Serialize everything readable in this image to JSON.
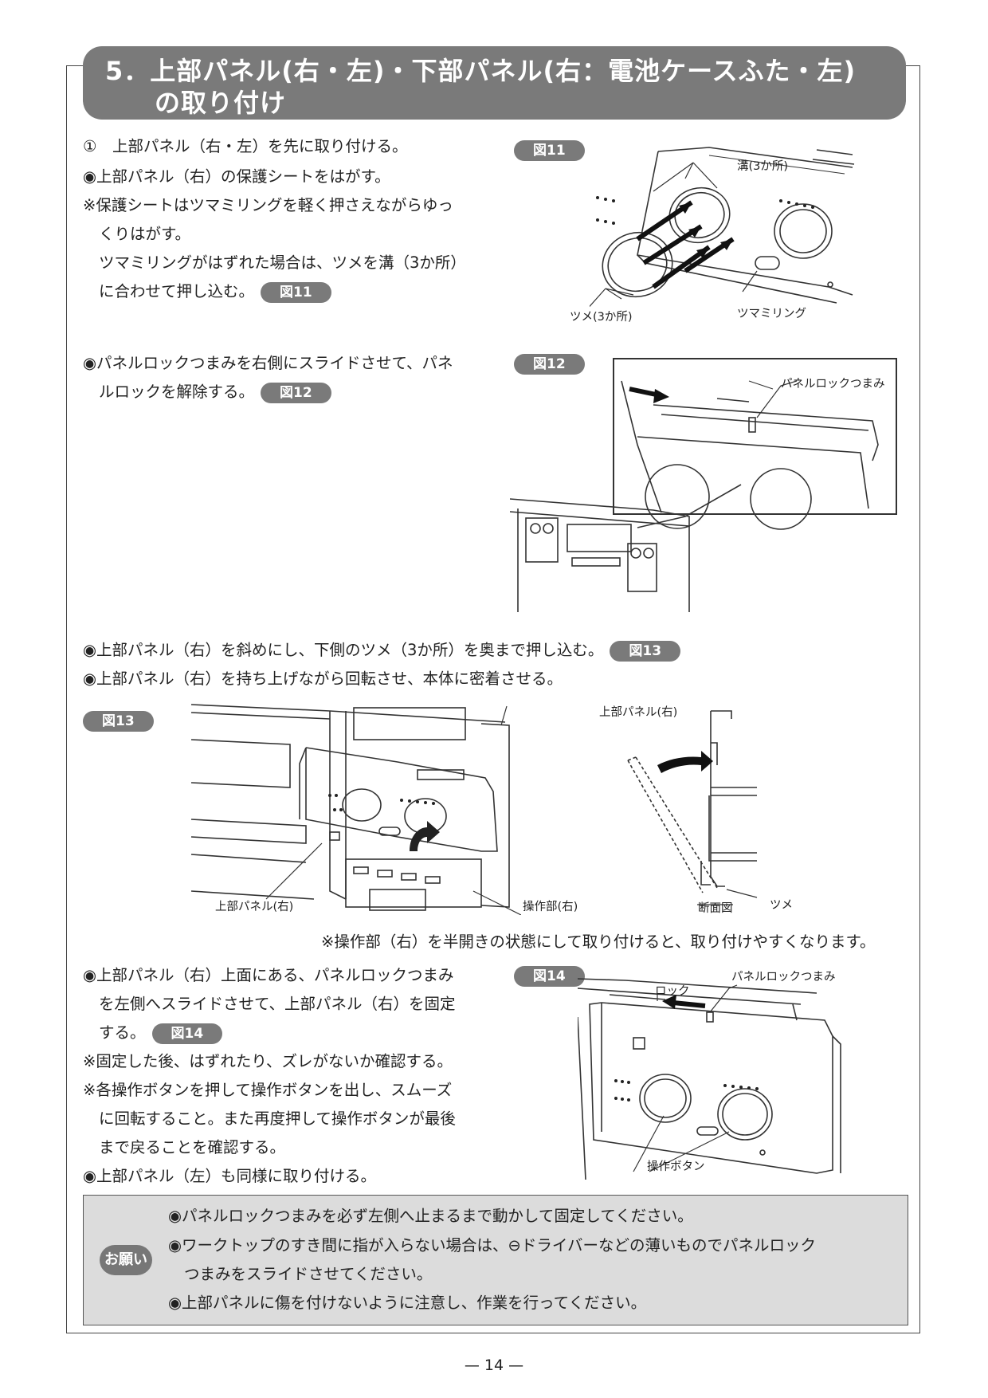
{
  "header": {
    "line1": "5．上部パネル(右・左)・下部パネル(右：電池ケースふた・左)",
    "line2": "の取り付け"
  },
  "step1": "①　上部パネル（右・左）を先に取り付ける。",
  "block1": {
    "l1": "◉上部パネル（右）の保護シートをはがす。",
    "l2": "※保護シートはツマミリングを軽く押さえながらゆっ",
    "l3": "くりはがす。",
    "l4": "ツマミリングがはずれた場合は、ツメを溝（3か所）",
    "l5": "に合わせて押し込む。"
  },
  "block2": {
    "l1": "◉パネルロックつまみを右側にスライドさせて、パネ",
    "l2": "ルロックを解除する。"
  },
  "block3": {
    "l1": "◉上部パネル（右）を斜めにし、下側のツメ（3か所）を奥まで押し込む。",
    "l2": "◉上部パネル（右）を持ち上げながら回転させ、本体に密着させる。"
  },
  "note13": "※操作部（右）を半開きの状態にして取り付けると、取り付けやすくなります。",
  "block4": {
    "l1": "◉上部パネル（右）上面にある、パネルロックつまみ",
    "l2": "を左側へスライドさせて、上部パネル（右）を固定",
    "l3": "する。",
    "l4": "※固定した後、はずれたり、ズレがないか確認する。",
    "l5": "※各操作ボタンを押して操作ボタンを出し、スムーズ",
    "l6": "に回転すること。また再度押して操作ボタンが最後",
    "l7": "まで戻ることを確認する。",
    "l8": "◉上部パネル（左）も同様に取り付ける。"
  },
  "figures": {
    "f11": "図11",
    "f12": "図12",
    "f13": "図13",
    "f14": "図14"
  },
  "labels": {
    "groove": "溝(3か所)",
    "claw3": "ツメ(3か所)",
    "knob_ring": "ツマミリング",
    "panel_lock_knob": "パネルロックつまみ",
    "upper_panel_right": "上部パネル(右)",
    "control_right": "操作部(右)",
    "section_view": "断面図",
    "claw": "ツメ",
    "lock": "ロック",
    "control_button": "操作ボタン"
  },
  "notice": {
    "badge": "お願い",
    "l1": "◉パネルロックつまみを必ず左側へ止まるまで動かして固定してください。",
    "l2": "◉ワークトップのすき間に指が入らない場合は、⊖ドライバーなどの薄いものでパネルロック",
    "l3": "つまみをスライドさせてください。",
    "l4": "◉上部パネルに傷を付けないように注意し、作業を行ってください。"
  },
  "page_number": "— 14 —"
}
